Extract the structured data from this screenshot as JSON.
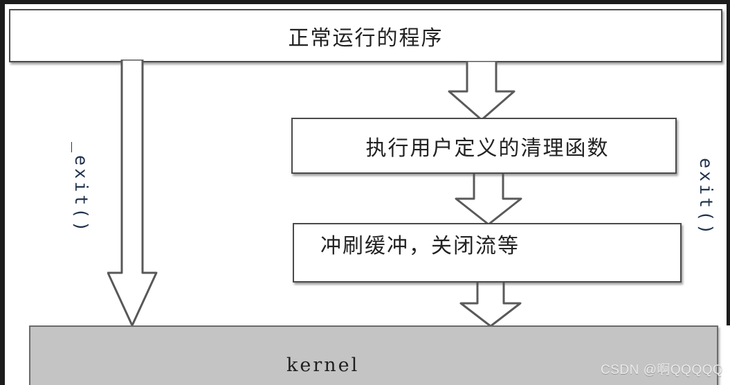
{
  "diagram": {
    "title_box": {
      "text": "正常运行的程序"
    },
    "cleanup_box": {
      "text": "执行用户定义的清理函数"
    },
    "flush_box": {
      "text": "冲刷缓冲，关闭流等"
    },
    "kernel_box": {
      "text": "kernel"
    },
    "labels": {
      "left_path": "_exit()",
      "right_path": "exit()"
    },
    "arrows": {
      "direct_exit": "down-block-arrow",
      "program_to_cleanup": "down-block-arrow",
      "cleanup_to_flush": "down-block-arrow",
      "flush_to_kernel": "down-block-arrow"
    },
    "colors": {
      "box_fill": "#ffffff",
      "box_border": "#4a4a4a",
      "kernel_fill": "#c4c4c4",
      "text": "#222222",
      "label_text": "#20324c"
    }
  },
  "watermark": {
    "text": "CSDN @啊QQQQQ"
  }
}
